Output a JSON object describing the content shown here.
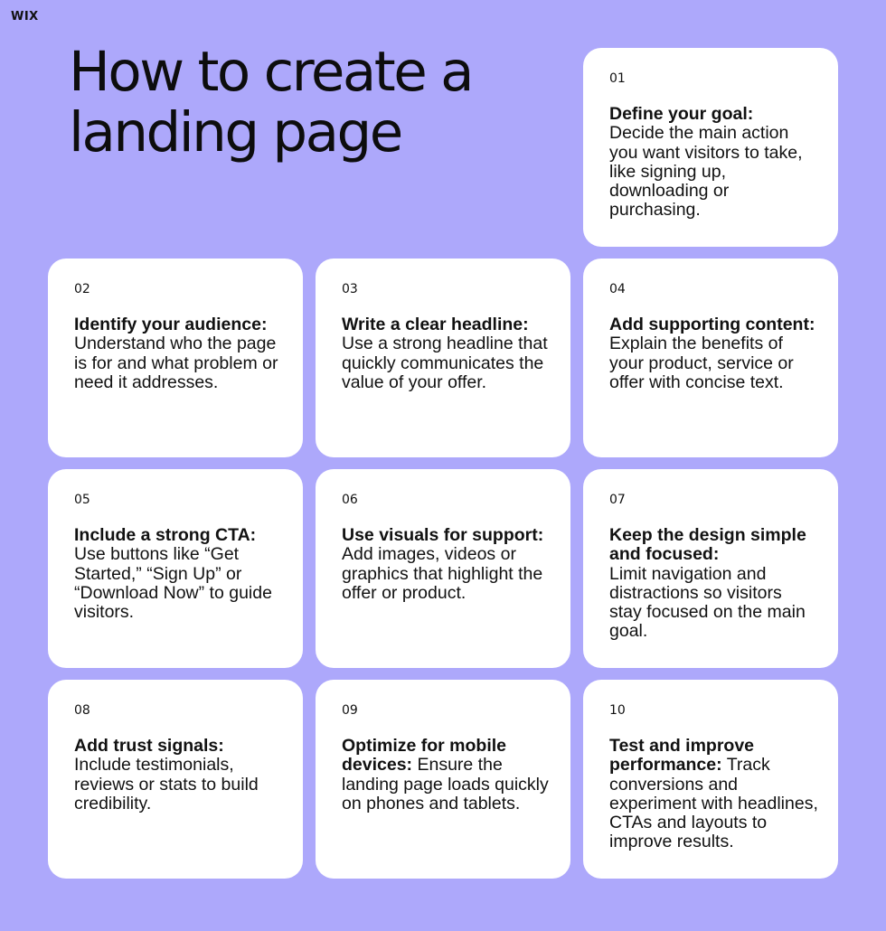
{
  "brand": {
    "logo_text": "WIX"
  },
  "colors": {
    "background": "#ada8fb",
    "card": "#ffffff",
    "text": "#111111"
  },
  "title": "How to create a landing page",
  "steps": [
    {
      "number": "01",
      "title": "Define your goal:",
      "body": "Decide the main action you want visitors to take, like signing up, downloading or purchasing."
    },
    {
      "number": "02",
      "title": "Identify your audience:",
      "body": "Understand who the page is for and what problem or need it addresses."
    },
    {
      "number": "03",
      "title": "Write a clear headline:",
      "body": "Use a strong headline that quickly communicates the value of your offer."
    },
    {
      "number": "04",
      "title": "Add supporting content:",
      "body": "Explain the benefits of your product, service or offer with concise text."
    },
    {
      "number": "05",
      "title": "Include a strong CTA:",
      "body": "Use buttons like “Get Started,” “Sign Up” or “Download Now” to guide visitors."
    },
    {
      "number": "06",
      "title": "Use visuals for support:",
      "body": "Add images, videos or graphics that highlight the offer or product."
    },
    {
      "number": "07",
      "title": "Keep the design simple and focused:",
      "body": "Limit navigation and distractions so visitors stay focused on the main goal."
    },
    {
      "number": "08",
      "title": "Add trust signals:",
      "body": "Include testimonials, reviews or stats to build credibility."
    },
    {
      "number": "09",
      "title": "Optimize for mobile devices:",
      "body": "Ensure the landing page loads quickly on phones and tablets."
    },
    {
      "number": "10",
      "title": "Test and improve performance:",
      "body": "Track conversions and experiment with headlines, CTAs and layouts to improve results."
    }
  ]
}
